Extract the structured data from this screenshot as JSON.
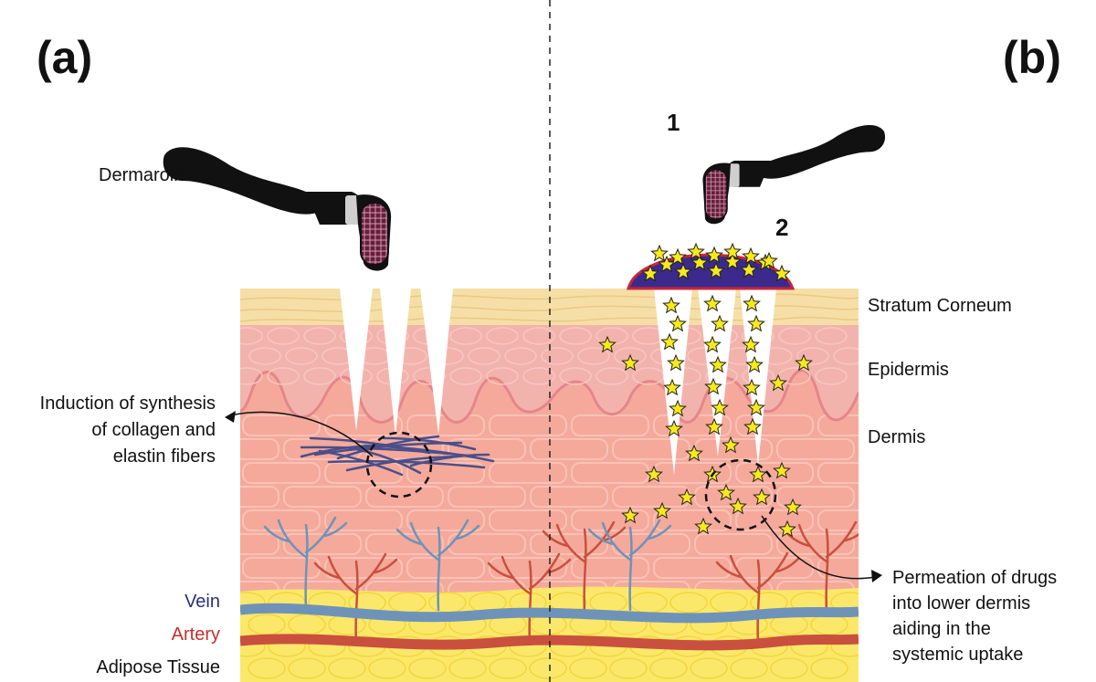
{
  "panels": {
    "a": {
      "label": "(a)"
    },
    "b": {
      "label": "(b)"
    }
  },
  "steps": [
    "1",
    "2"
  ],
  "labels": {
    "dermaroller": "Dermaroller",
    "stratum_corneum": "Stratum Corneum",
    "epidermis": "Epidermis",
    "dermis": "Dermis",
    "vein": "Vein",
    "artery": "Artery",
    "adipose": "Adipose Tissue"
  },
  "annotations": {
    "induction": [
      "Induction of synthesis",
      "of collagen and",
      "elastin fibers"
    ],
    "permeation": [
      "Permeation of drugs",
      "into lower dermis",
      "aiding in the",
      "systemic uptake"
    ]
  },
  "colors": {
    "stratum": "#f6dfa6",
    "epidermis": "#f3b3ad",
    "dermis": "#f5a99b",
    "adipose": "#fbe86a",
    "vein": "#6f93b8",
    "artery": "#c9503e",
    "drug_patch": "#3b2a8c",
    "drug_star": "#f7ea1c",
    "roller_body": "#111111"
  }
}
